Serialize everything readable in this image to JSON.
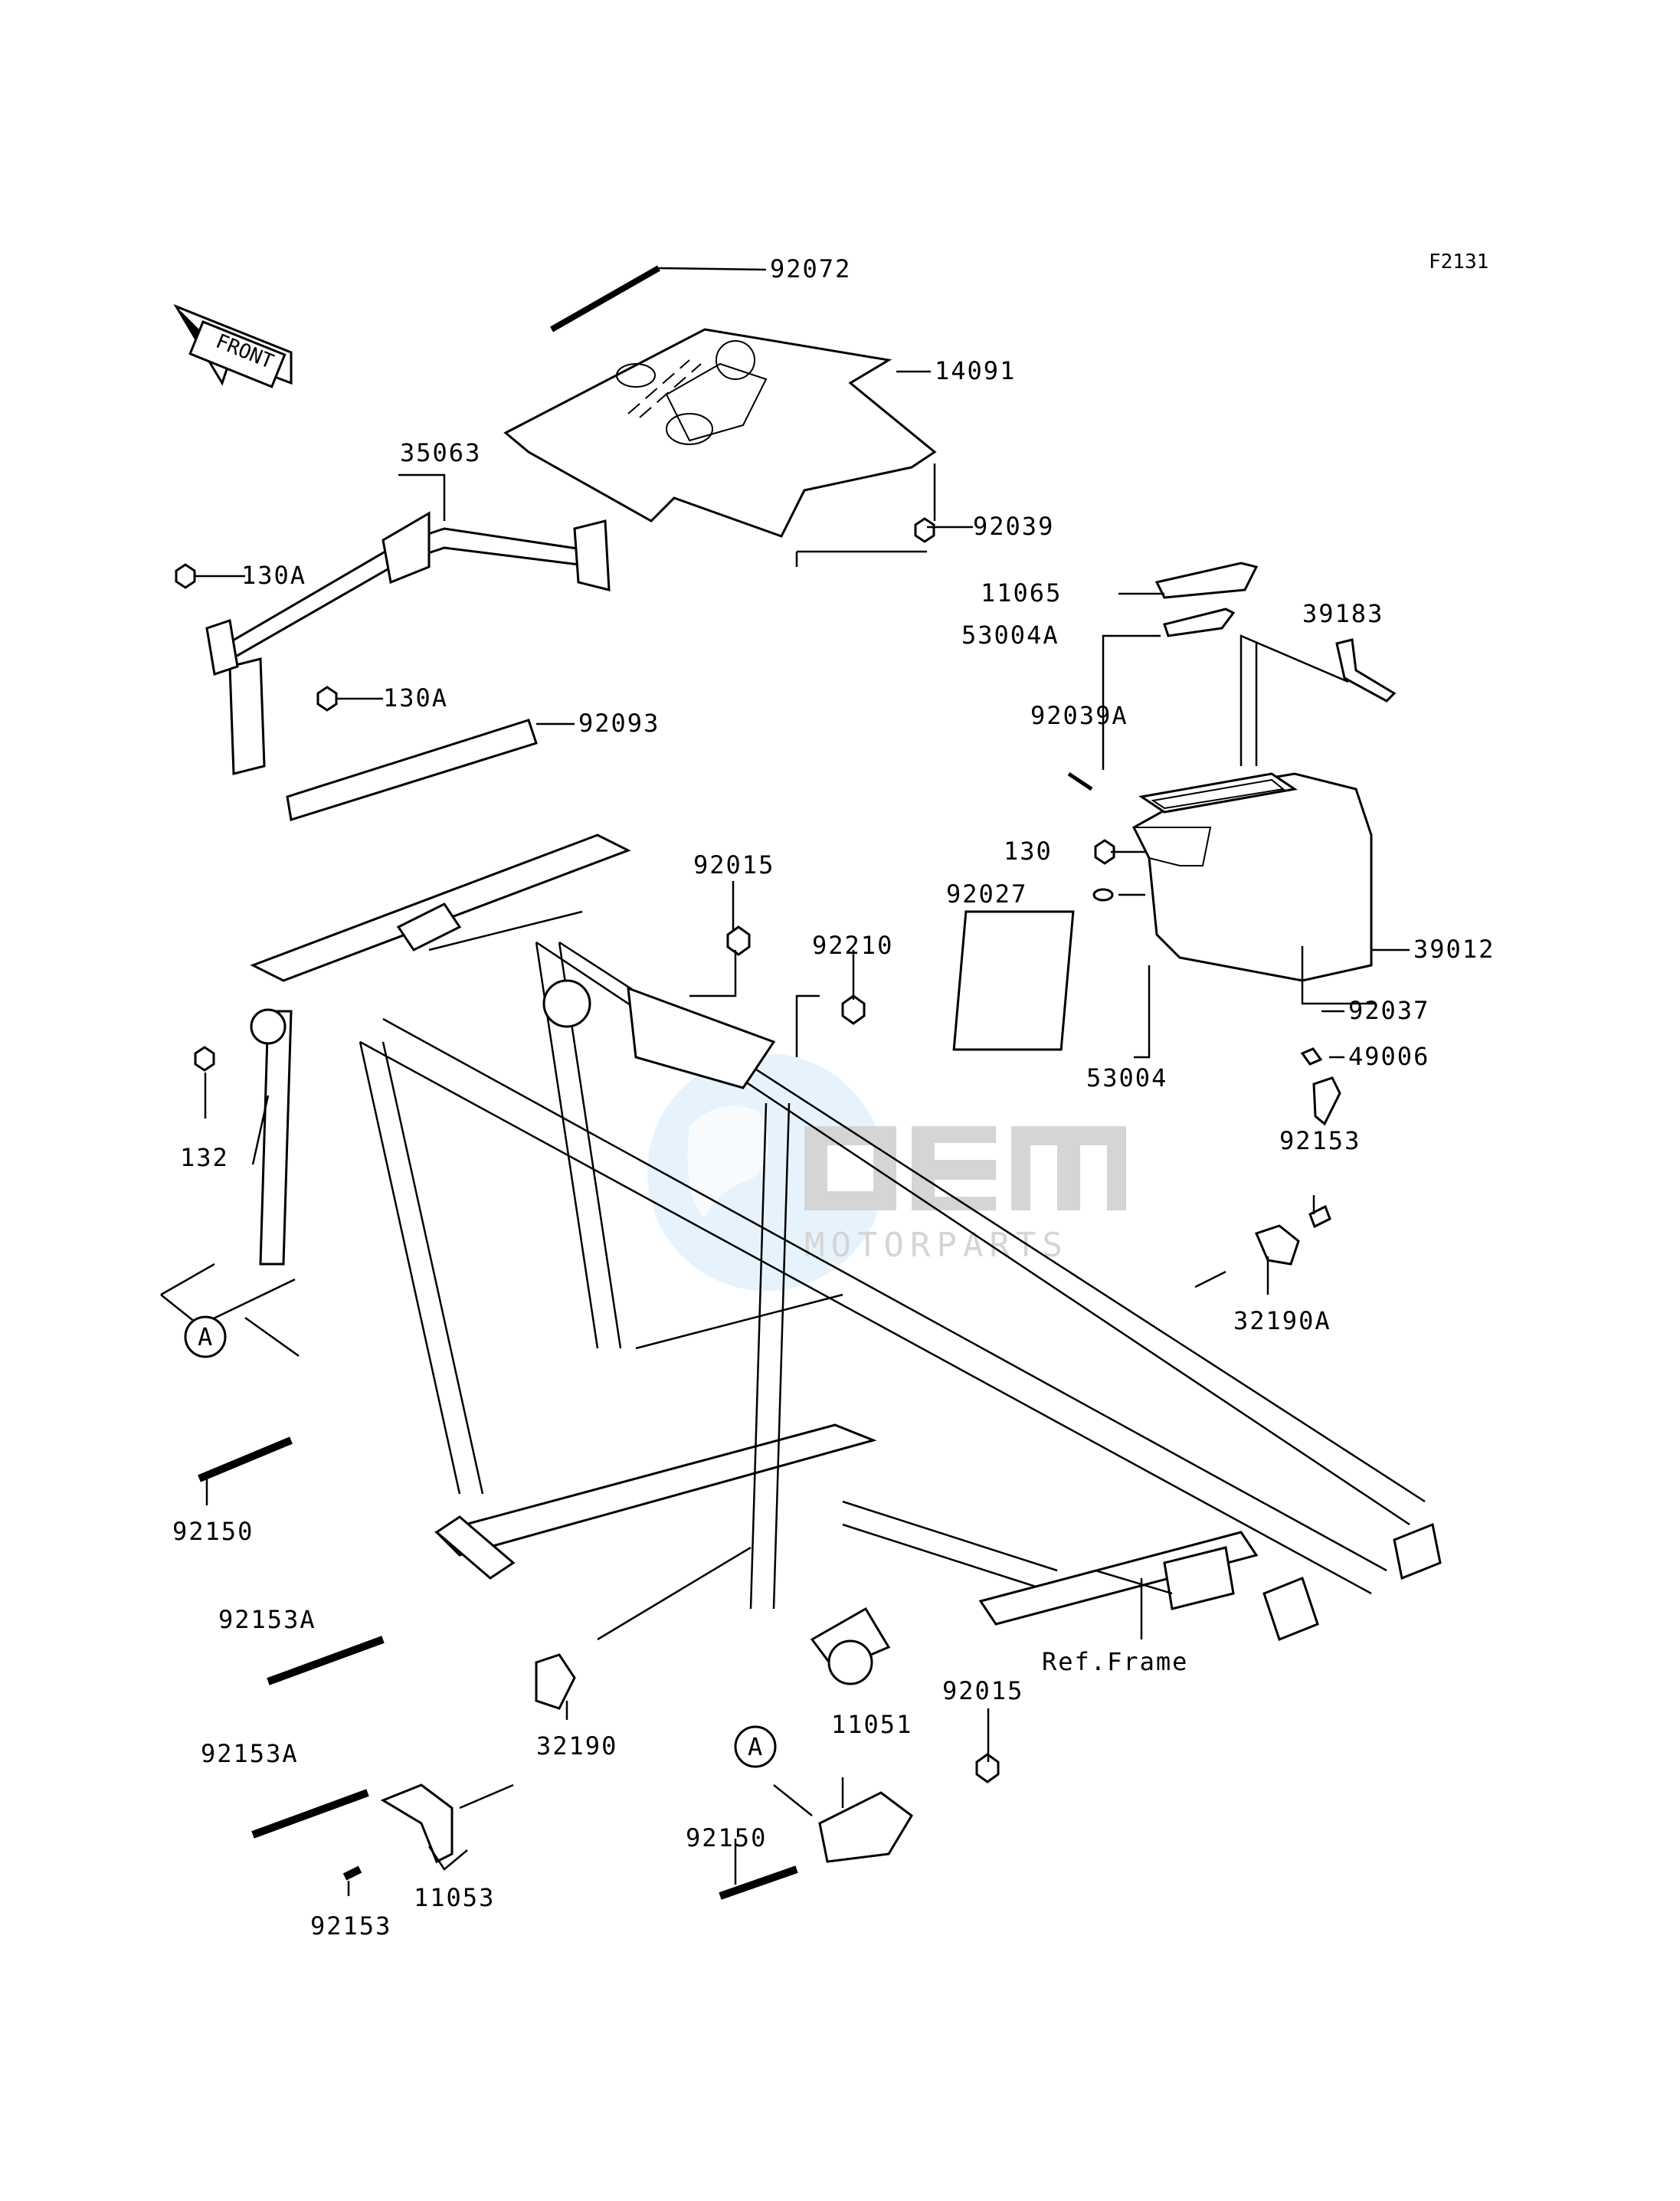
{
  "diagram": {
    "figure_code": "F2131",
    "front_marker": "FRONT",
    "watermark": {
      "brand": "OEM",
      "sub": "MOTORPARTS",
      "color": "#3f9be8"
    },
    "ref_label": "Ref.Frame",
    "callouts": {
      "a1": "A",
      "a2": "A"
    },
    "parts": {
      "p92072": "92072",
      "p14091": "14091",
      "p92039": "92039",
      "p35063": "35063",
      "p130A_1": "130A",
      "p130A_2": "130A",
      "p92093": "92093",
      "p11065": "11065",
      "p53004A": "53004A",
      "p39183": "39183",
      "p92039A": "92039A",
      "p130": "130",
      "p92027": "92027",
      "p39012": "39012",
      "p92037": "92037",
      "p49006": "49006",
      "p53004": "53004",
      "p92015_1": "92015",
      "p92210": "92210",
      "p132": "132",
      "p92153_1": "92153",
      "p32190A": "32190A",
      "p92150_1": "92150",
      "p92153A_1": "92153A",
      "p92153A_2": "92153A",
      "p32190": "32190",
      "p11051": "11051",
      "p92015_2": "92015",
      "p92150_2": "92150",
      "p11053": "11053",
      "p92153_2": "92153"
    }
  }
}
